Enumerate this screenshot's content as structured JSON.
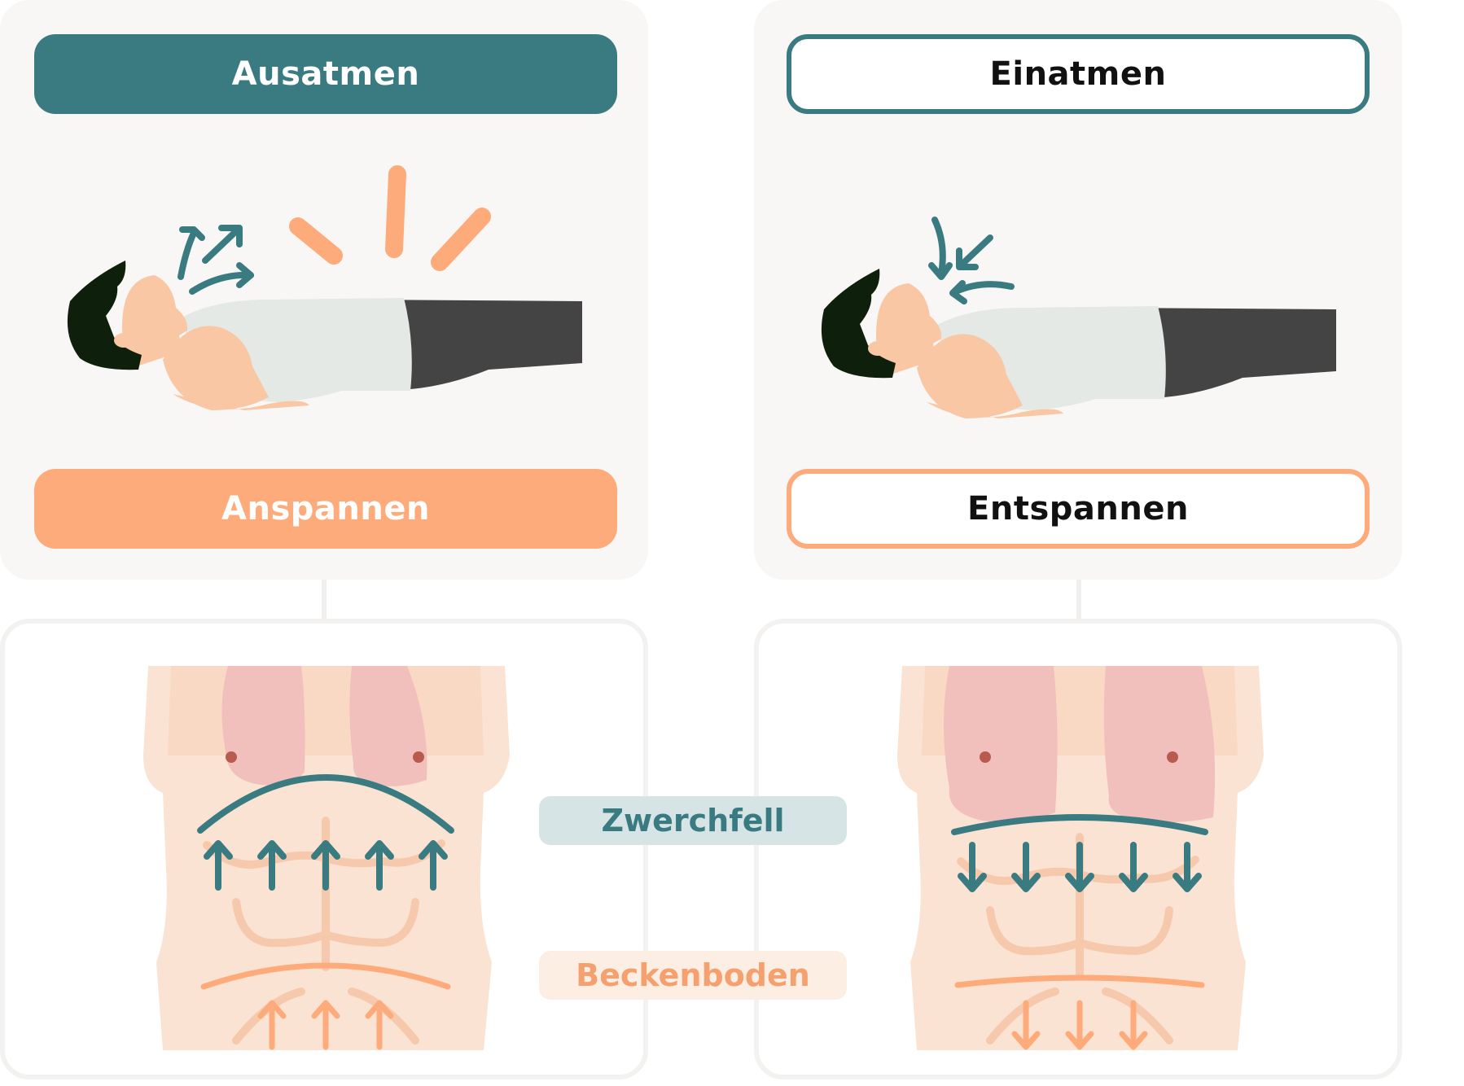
{
  "exhale": {
    "breath_label": "Ausatmen",
    "tension_label": "Anspannen"
  },
  "inhale": {
    "breath_label": "Einatmen",
    "tension_label": "Entspannen"
  },
  "labels": {
    "diaphragm": "Zwerchfell",
    "pelvic_floor": "Beckenboden"
  },
  "colors": {
    "teal": "#3a7b81",
    "orange": "#fdab7a",
    "panel_background": "#f8f7f5",
    "skin": "#f9c7a3",
    "hair": "#0e1f0c",
    "shirt": "#e4e9e5",
    "pants": "#444444"
  }
}
